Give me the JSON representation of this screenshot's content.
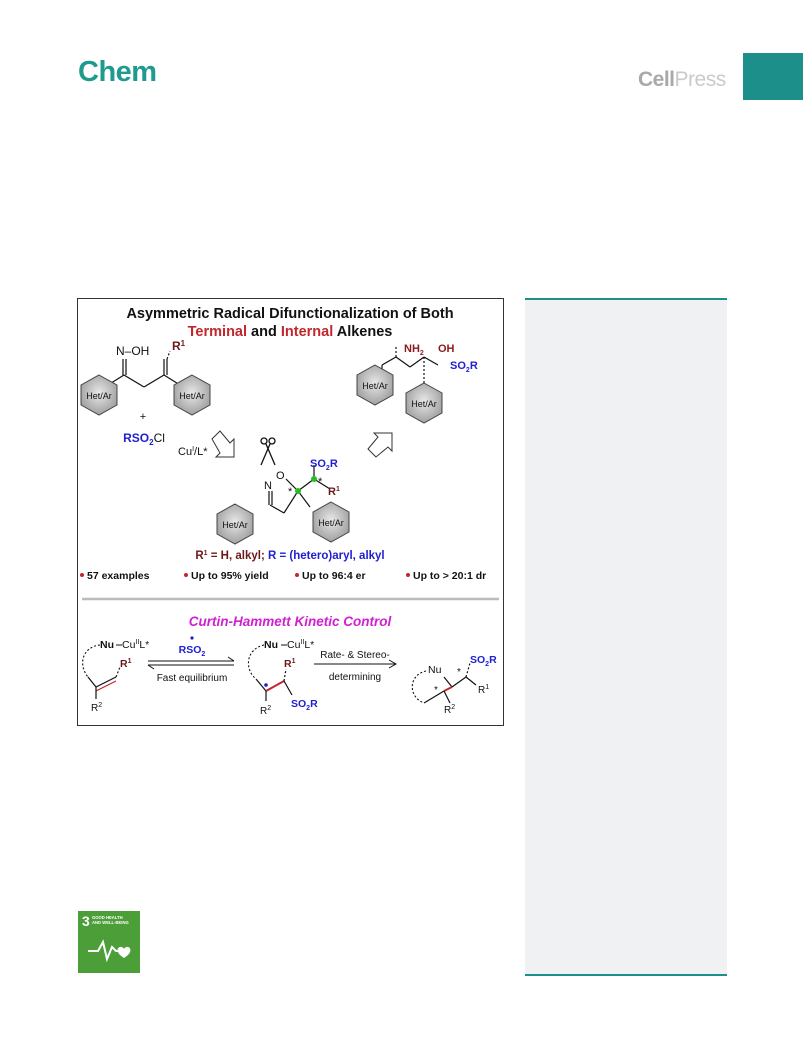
{
  "header": {
    "journal": "Chem",
    "publisher_a": "Cell",
    "publisher_b": "Press"
  },
  "figure": {
    "title_line1": "Asymmetric Radical Difunctionalization of  Both",
    "title_line2_a": "Terminal",
    "title_line2_b": " and ",
    "title_line2_c": "Internal",
    "title_line2_d": " Alkenes",
    "oxime_oh": "N–OH",
    "r1": "R",
    "r1_sup": "1",
    "het_ar": "Het/Ar",
    "plus": "+",
    "reagent": "RSO",
    "reagent_sub": "2",
    "reagent_cl": "Cl",
    "catalyst": "Cu",
    "catalyst_sup": "I",
    "catalyst_l": "/L*",
    "nh2": "NH",
    "nh2_sub": "2",
    "oh": "OH",
    "so2r": "SO",
    "so2r_sub": "2",
    "so2r_r": "R",
    "iso_n": "N",
    "iso_o": "O",
    "star": "*",
    "conditions_a": "R",
    "conditions_sup": "1",
    "conditions_b": " = H, alkyl; ",
    "conditions_c": "R = (hetero)aryl, alkyl",
    "stats": [
      "57 examples",
      "Up to 95% yield",
      "Up to 96:4 er",
      "Up to > 20:1 dr"
    ],
    "kinetic_title": "Curtin-Hammett Kinetic Control",
    "nu": "Nu",
    "cu_ii": "Cu",
    "cu_ii_sup": "II",
    "cu_l": "L*",
    "rso2": "RSO",
    "rso2_sub": "2",
    "fast_eq": "Fast equilibrium",
    "r2": "R",
    "r2_sup": "2",
    "rate_label_1": "Rate- & Stereo-",
    "rate_label_2": "determining"
  },
  "sdg": {
    "number": "3",
    "label_line1": "GOOD HEALTH",
    "label_line2": "AND WELL-BEING"
  },
  "colors": {
    "teal": "#1f9a8f",
    "red": "#c1272d",
    "blue": "#2020d0",
    "magenta": "#d020d0",
    "sdg_green": "#4c9f38",
    "panel_gray": "#f0f1f2"
  }
}
